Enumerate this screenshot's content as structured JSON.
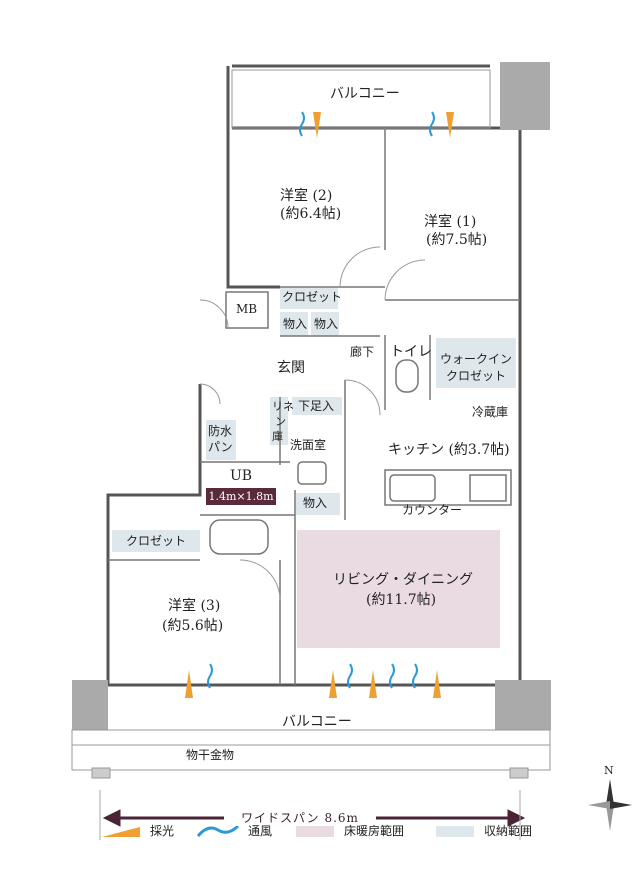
{
  "rooms": {
    "balcony_top": "バルコニー",
    "bedroom2_name": "洋室 (2)",
    "bedroom2_size": "(約6.4帖)",
    "bedroom1_name": "洋室 (1)",
    "bedroom1_size": "(約7.5帖)",
    "mb": "MB",
    "closet_top": "クロゼット",
    "storage_a": "物入",
    "storage_b": "物入",
    "corridor": "廊下",
    "toilet": "トイレ",
    "walkin_1": "ウォークイン",
    "walkin_2": "クロゼット",
    "entrance": "玄関",
    "shoe_storage": "下足入",
    "linen_1": "リネ",
    "linen_2": "ン",
    "linen_3": "庫",
    "fridge": "冷蔵庫",
    "waterproof_1": "防水",
    "waterproof_2": "パン",
    "washroom": "洗面室",
    "kitchen": "キッチン (約3.7帖)",
    "ub": "UB",
    "ub_size": "1.4m×1.8m",
    "storage_c": "物入",
    "counter": "カウンター",
    "closet_left": "クロゼット",
    "living_1": "リビング・ダイニング",
    "living_2": "(約11.7帖)",
    "bedroom3_name": "洋室 (3)",
    "bedroom3_size": "(約5.6帖)",
    "balcony_bottom": "バルコニー",
    "laundry": "物干金物"
  },
  "dimension": {
    "wide_span": "ワイドスパン 8.6m"
  },
  "compass": {
    "north": "N"
  },
  "legend": [
    {
      "label": "採光",
      "color": "#f0a030"
    },
    {
      "label": "通風",
      "color": "#2a9ad6"
    },
    {
      "label": "床暖房範囲",
      "color": "#e9dbe1"
    },
    {
      "label": "収納範囲",
      "color": "#dde7ec"
    }
  ]
}
